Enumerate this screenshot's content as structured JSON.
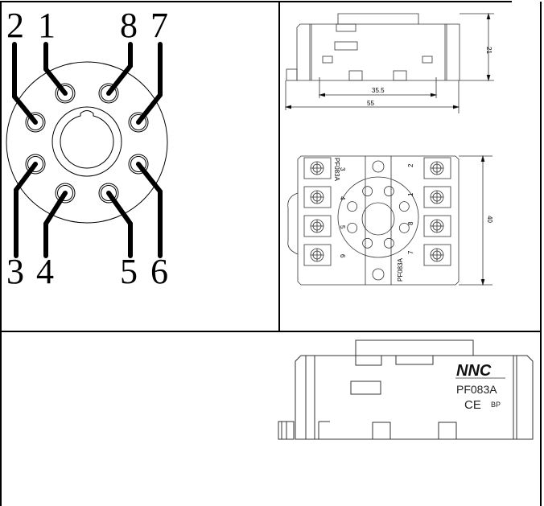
{
  "pinout": {
    "pins": [
      {
        "label": "1"
      },
      {
        "label": "2"
      },
      {
        "label": "3"
      },
      {
        "label": "4"
      },
      {
        "label": "5"
      },
      {
        "label": "6"
      },
      {
        "label": "7"
      },
      {
        "label": "8"
      }
    ]
  },
  "side_view": {
    "dim_height": "21",
    "dim_pin_span": "35.5",
    "dim_width": "55"
  },
  "top_view": {
    "dim_depth": "40",
    "model_label": "PF083A",
    "terminal_labels": [
      "3",
      "4",
      "5",
      "6",
      "2",
      "1",
      "8",
      "7"
    ]
  },
  "product_view": {
    "brand": "NNC",
    "model": "PF083A",
    "cert_mark": "CE",
    "cert_extra": "BP"
  }
}
